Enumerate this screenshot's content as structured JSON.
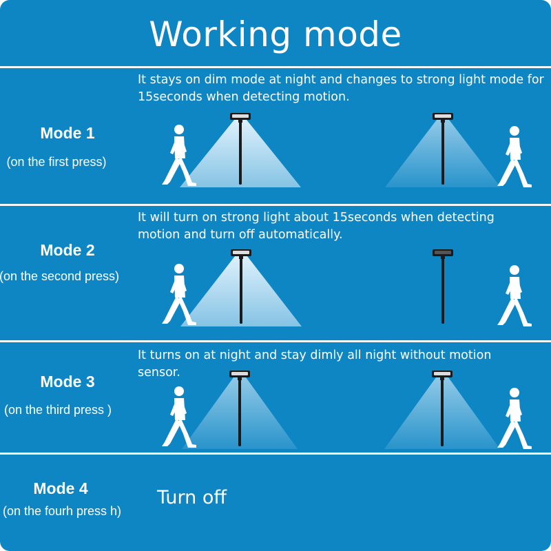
{
  "title": "Working mode",
  "modes": [
    {
      "name": "Mode 1",
      "trigger": "(on the first press)",
      "description": "It stays on dim mode at night and changes to strong light  mode for\n15seconds when detecting motion.",
      "left_light": "bright",
      "right_light": "dim"
    },
    {
      "name": "Mode 2",
      "trigger": "(on the second press)",
      "description": "It will turn on strong light about 15seconds when detecting\nmotion and turn off automatically.",
      "left_light": "bright",
      "right_light": "off"
    },
    {
      "name": "Mode 3",
      "trigger": "(on the third press )",
      "description": "It turns on at night and stay dimly all night without motion\nsensor.",
      "left_light": "dim",
      "right_light": "dim"
    },
    {
      "name": "Mode 4",
      "trigger": "(on the fourh press h)",
      "description": "Turn off"
    }
  ],
  "colors": {
    "background": "#0e86c4",
    "divider": "#f4f8fb",
    "text": "#ffffff",
    "beam": "#e8f6ff",
    "pole": "#1b1b1b",
    "figure": "#ffffff"
  },
  "icons": [
    "street-lamp-icon",
    "walking-person-icon"
  ]
}
